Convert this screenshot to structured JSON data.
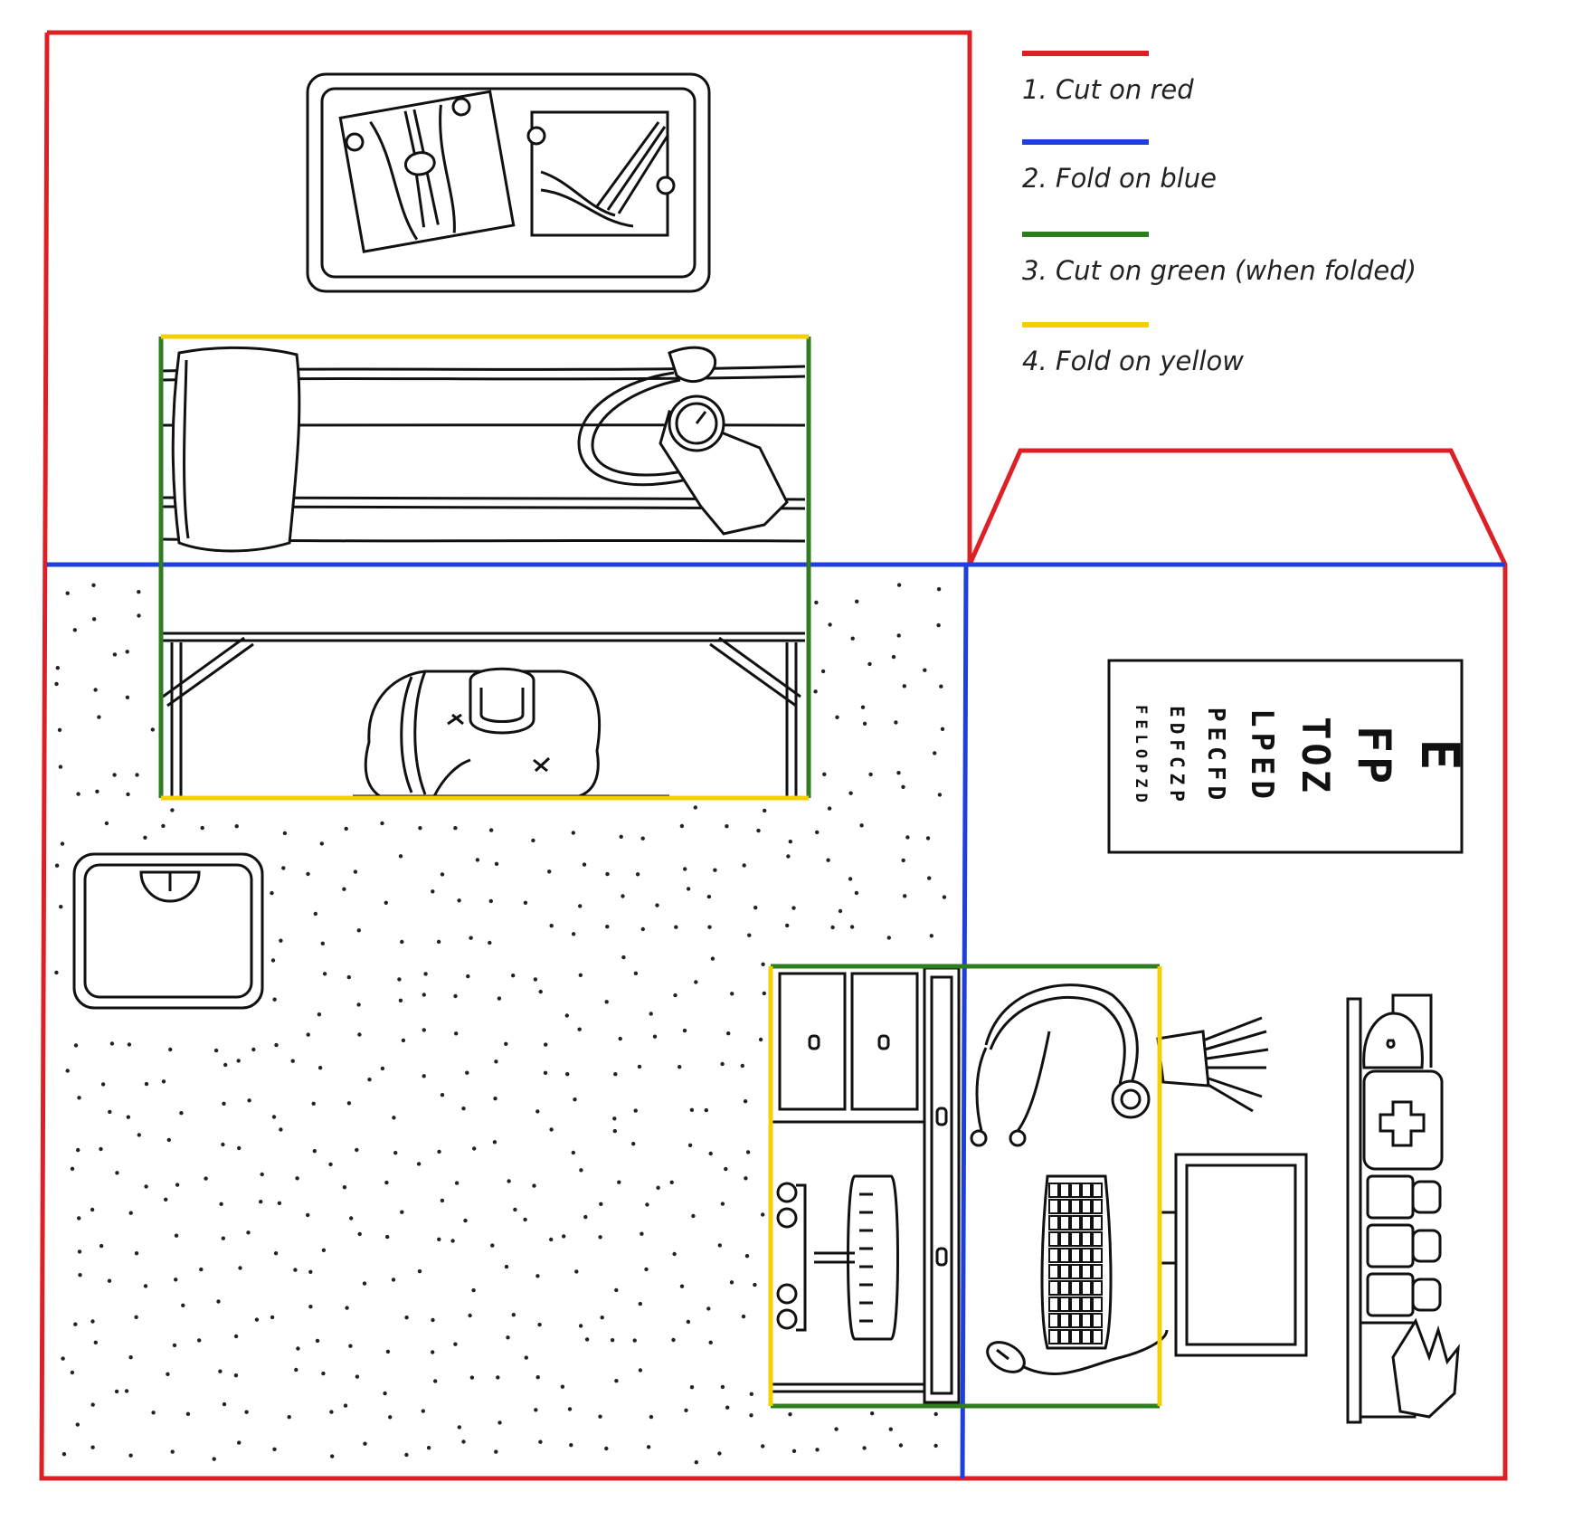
{
  "legend": {
    "items": [
      {
        "label": "1. Cut on red",
        "color": "#dd1f26"
      },
      {
        "label": "2. Fold on blue",
        "color": "#1f3fdb"
      },
      {
        "label": "3. Cut on green (when folded)",
        "color": "#2e7d1f"
      },
      {
        "label": "4. Fold on yellow",
        "color": "#f5d000"
      }
    ]
  },
  "eye_chart": {
    "rows": [
      "E",
      "FP",
      "TOZ",
      "LPED",
      "PECFD",
      "EDFCZP",
      "FELOPZD"
    ]
  },
  "colors": {
    "cut": "#dd1f26",
    "fold": "#1f3fdb",
    "cut_folded": "#2e7d1f",
    "fold_popup": "#f5d000",
    "ink": "#111111"
  },
  "icons": [
    "xray-lightbox-icon",
    "examination-table-icon",
    "blood-pressure-cuff-icon",
    "pillow-icon",
    "doctor-bag-icon",
    "weighing-scale-icon",
    "eye-chart-icon",
    "stethoscope-icon",
    "keyboard-icon",
    "mouse-icon",
    "monitor-icon",
    "tongue-depressors-icon",
    "medicine-shelf-icon",
    "first-aid-box-icon",
    "soap-dispenser-icon",
    "pill-jars-icon",
    "gloves-icon",
    "desk-chair-icon",
    "cabinet-icon"
  ]
}
